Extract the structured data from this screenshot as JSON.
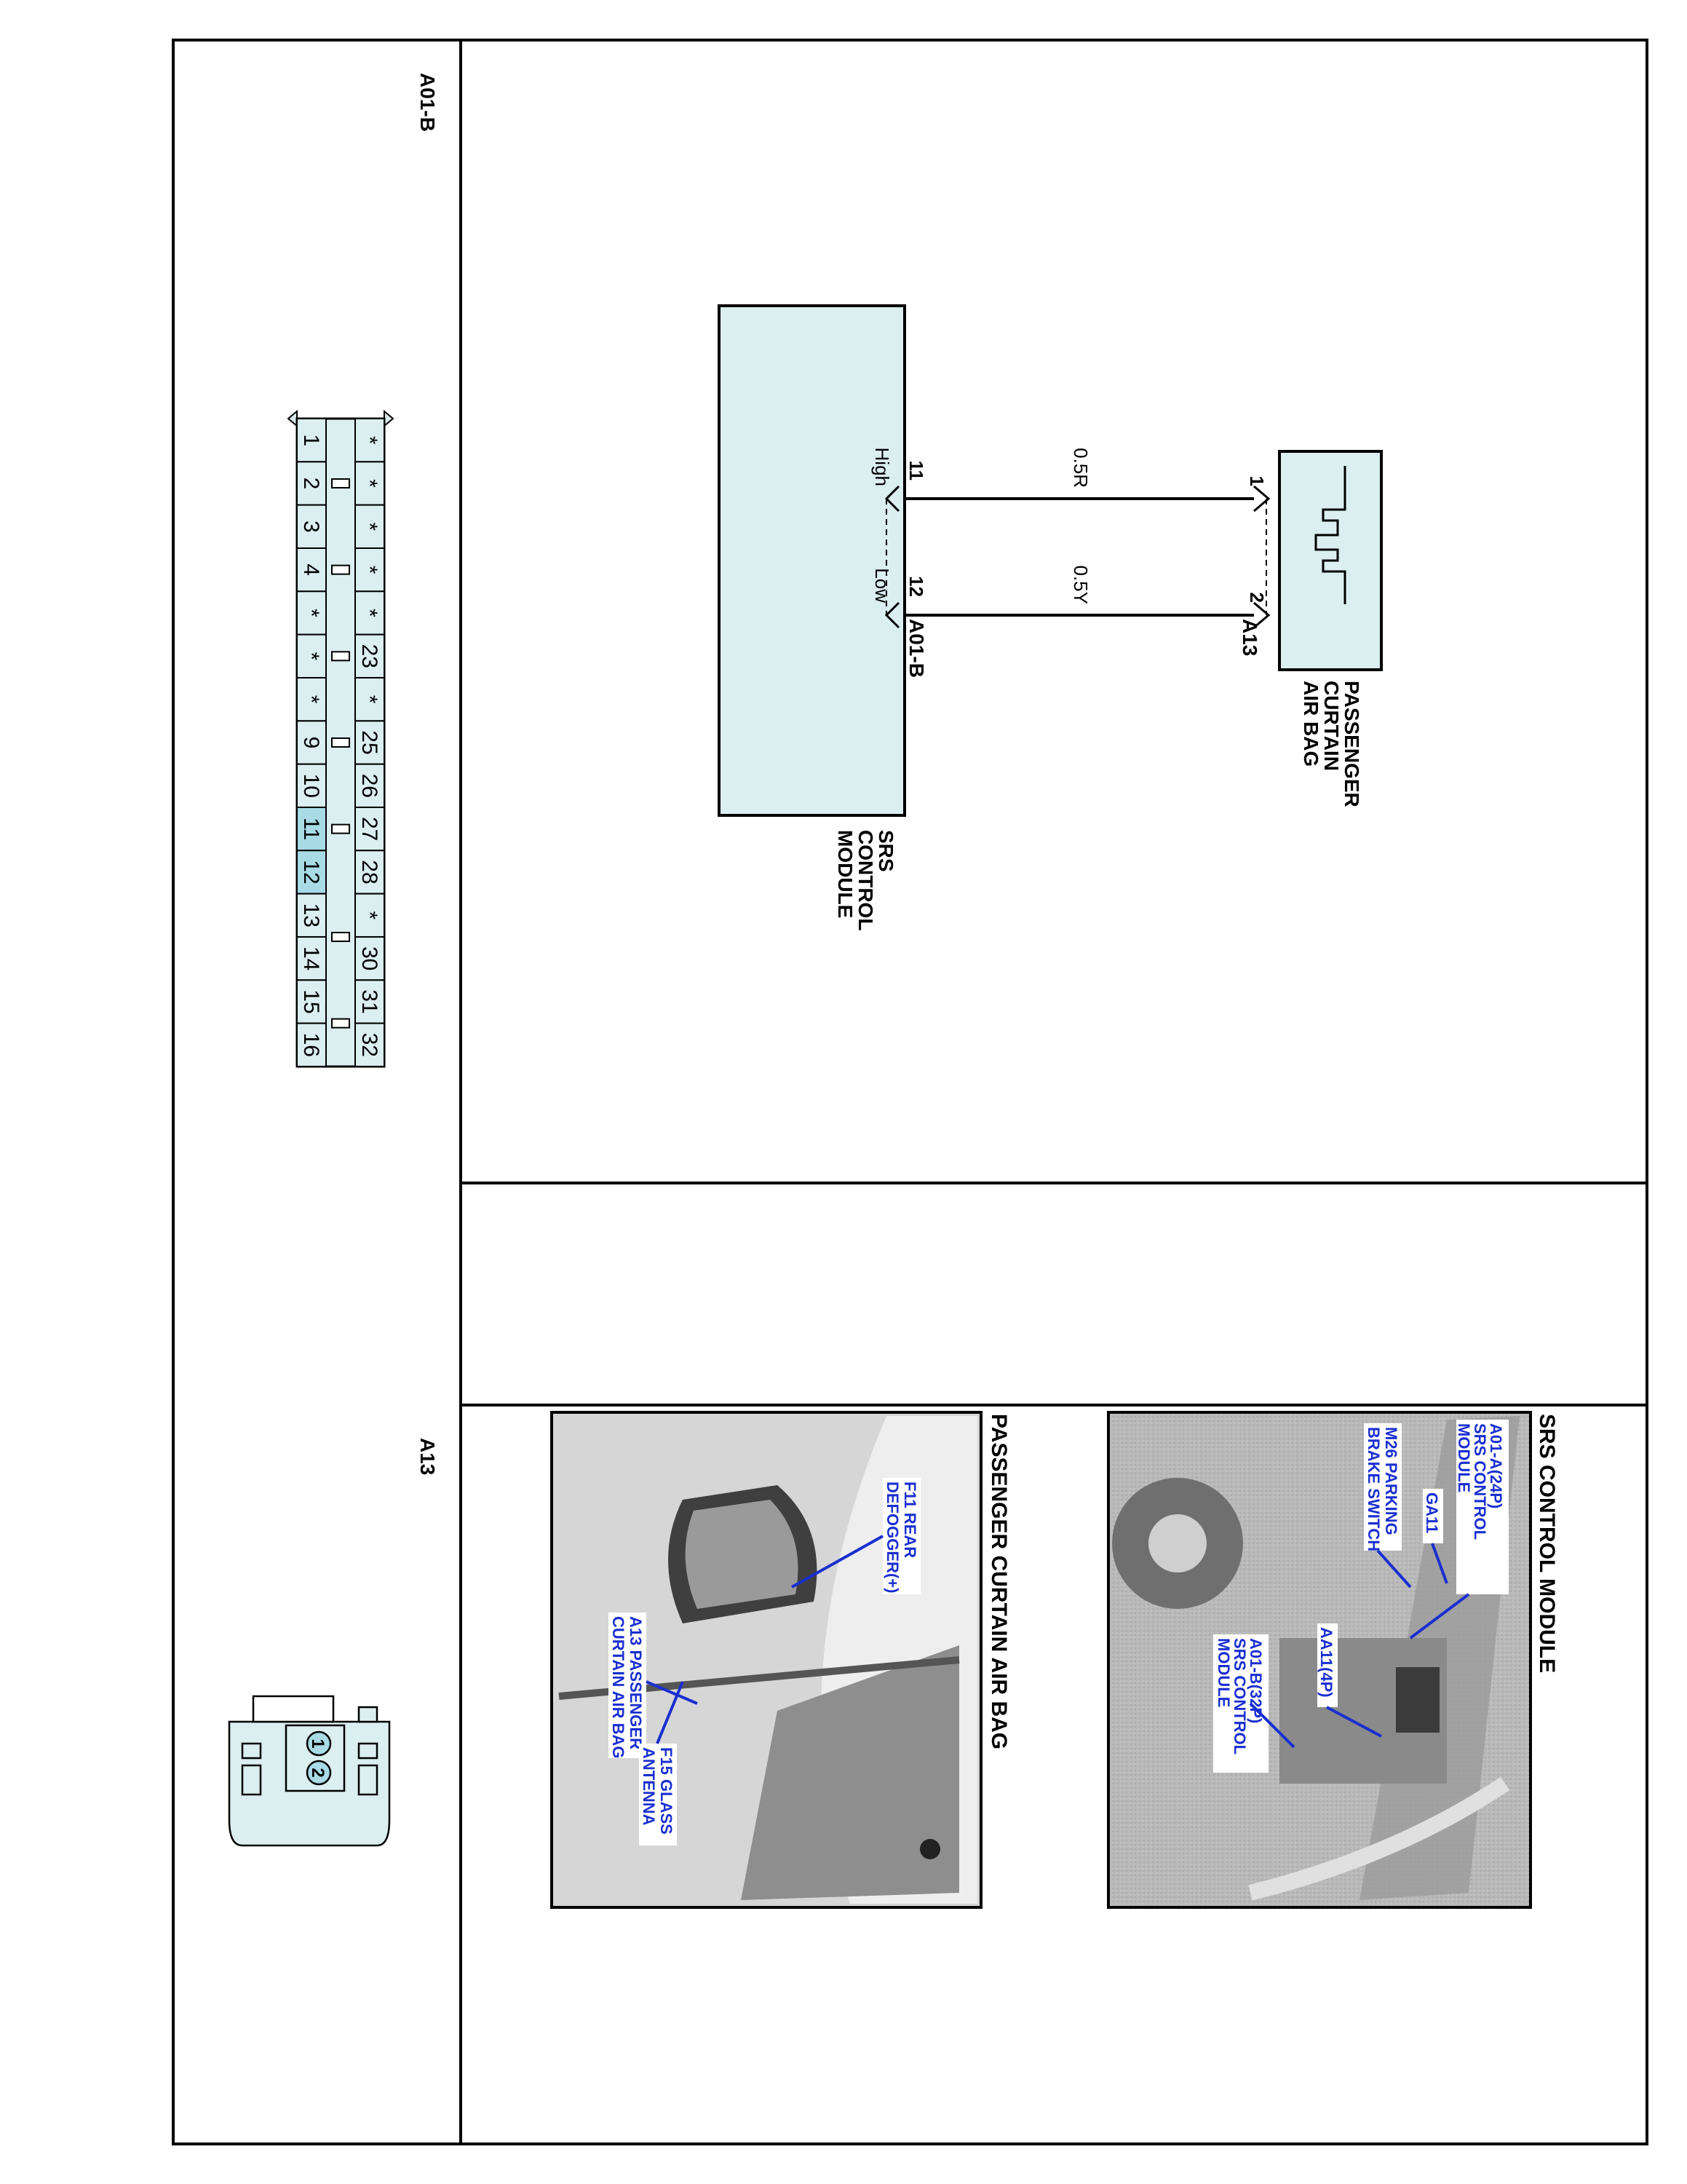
{
  "connectors": {
    "a01b_title": "A01-B",
    "a13_title": "A13",
    "a01b_pins_top": [
      "1",
      "2",
      "3",
      "4",
      "*",
      "*",
      "*",
      "9",
      "10",
      "11",
      "12",
      "13",
      "14",
      "15",
      "16"
    ],
    "a01b_pins_bottom": [
      "*",
      "*",
      "*",
      "*",
      "*",
      "23",
      "*",
      "25",
      "26",
      "27",
      "28",
      "*",
      "30",
      "31",
      "32"
    ],
    "a13_pins": [
      "1",
      "2"
    ],
    "highlight_color": "#a8dbe6"
  },
  "schematic": {
    "srs_module_label": [
      "SRS",
      "CONTROL",
      "MODULE"
    ],
    "airbag_label": [
      "PASSENGER",
      "CURTAIN",
      "AIR BAG"
    ],
    "connector_a01b": "A01-B",
    "connector_a13": "A13",
    "pin11": "11",
    "pin12": "12",
    "pin1": "1",
    "pin2": "2",
    "wire_high": "0.5R",
    "wire_low": "0.5Y",
    "signal_high": "High",
    "signal_low": "Low"
  },
  "photos": {
    "srs_title": "SRS CONTROL MODULE",
    "srs_callouts": {
      "a01a": [
        "A01-A(24P)",
        "SRS CONTROL",
        "MODULE"
      ],
      "ga11": "GA11",
      "m26": [
        "M26 PARKING",
        "BRAKE SWITCH"
      ],
      "aa11": "AA11(4P)",
      "a01b": [
        "A01-B(32P)",
        "SRS CONTROL",
        "MODULE"
      ]
    },
    "curtain_title": "PASSENGER CURTAIN AIR BAG",
    "curtain_callouts": {
      "f11": [
        "F11 REAR",
        "DEFOGGER(+)"
      ],
      "a13": [
        "A13 PASSENGER",
        "CURTAIN AIR BAG"
      ],
      "f15": [
        "F15 GLASS",
        "ANTENNA"
      ]
    },
    "callout_color": "#1a2fd0"
  }
}
